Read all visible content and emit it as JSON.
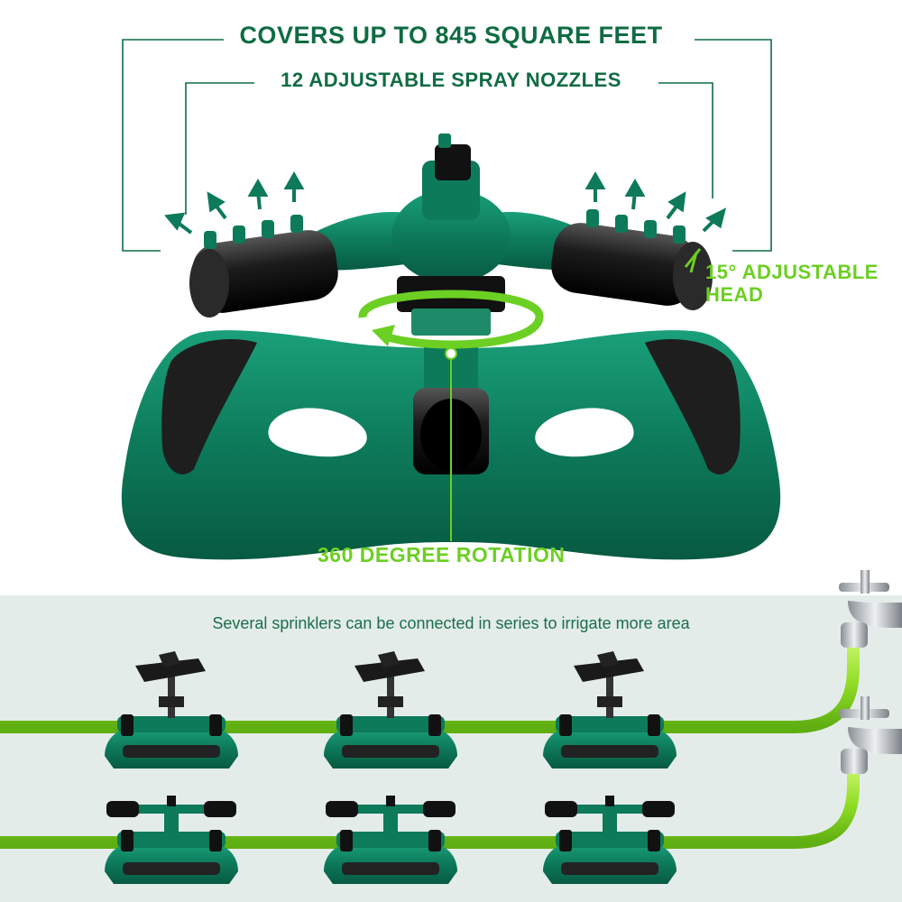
{
  "hero": {
    "coverage_label": "COVERS UP TO 845 SQUARE FEET",
    "nozzles_label": "12 ADJUSTABLE SPRAY NOZZLES",
    "head_label_line1": "15° ADJUSTABLE",
    "head_label_line2": "HEAD",
    "rotation_label": "360 DEGREE ROTATION"
  },
  "series_panel": {
    "caption": "Several sprinklers can be connected in series to irrigate more area",
    "rows": [
      {
        "type": "impact",
        "count": 3
      },
      {
        "type": "three-arm",
        "count": 3
      }
    ]
  },
  "colors": {
    "brand_green": "#0f6c42",
    "accent_lime": "#6ccf23",
    "sprinkler_body": "#0d7a5a",
    "hose": "#9be22e",
    "panel_bg": "#e4ecea"
  }
}
